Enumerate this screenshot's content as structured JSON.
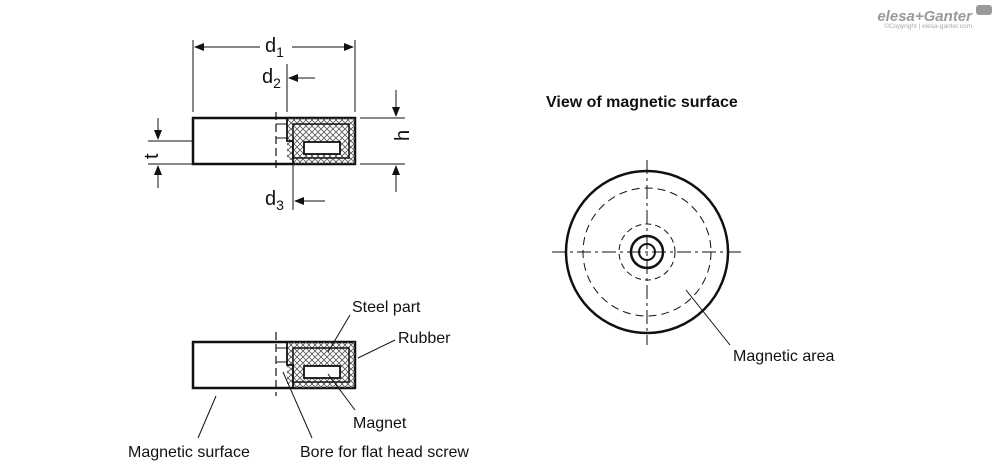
{
  "brand": {
    "logo_text": "elesa+Ganter",
    "copyright": "©Copyright | elesa-ganter.com"
  },
  "dimensions": {
    "d1": {
      "base": "d",
      "sub": "1"
    },
    "d2": {
      "base": "d",
      "sub": "2"
    },
    "d3": {
      "base": "d",
      "sub": "3"
    },
    "h": "h",
    "t": "t"
  },
  "magnetic_view": {
    "title": "View of magnetic surface",
    "area_label": "Magnetic area"
  },
  "parts": {
    "steel_part": "Steel part",
    "rubber": "Rubber",
    "magnet": "Magnet",
    "magnetic_surface": "Magnetic surface",
    "bore": "Bore for flat head screw"
  },
  "colors": {
    "ink": "#111111",
    "hatch": "#555555",
    "logo": "#9a9a9a"
  }
}
